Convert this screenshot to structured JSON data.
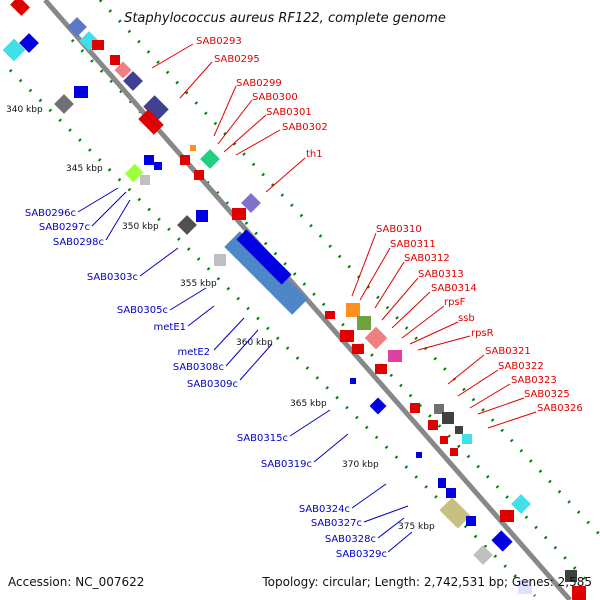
{
  "title": "Staphylococcus aureus RF122, complete genome",
  "footer": {
    "accession": "Accession: NC_007622",
    "summary": "Topology: circular; Length: 2,742,531 bp; Genes: 2,585"
  },
  "kbp_ticks": [
    "340 kbp",
    "345 kbp",
    "350 kbp",
    "355 kbp",
    "360 kbp",
    "365 kbp",
    "370 kbp",
    "375 kbp"
  ],
  "labels_right": [
    "SAB0293",
    "SAB0295",
    "SAB0299",
    "SAB0300",
    "SAB0301",
    "SAB0302",
    "th1",
    "SAB0310",
    "SAB0311",
    "SAB0312",
    "SAB0313",
    "SAB0314",
    "rpsF",
    "ssb",
    "rpsR",
    "SAB0321",
    "SAB0322",
    "SAB0323",
    "SAB0325",
    "SAB0326"
  ],
  "labels_left": [
    "SAB0296c",
    "SAB0297c",
    "SAB0298c",
    "SAB0303c",
    "SAB0305c",
    "metE1",
    "metE2",
    "SAB0308c",
    "SAB0309c",
    "SAB0315c",
    "SAB0319c",
    "SAB0324c",
    "SAB0327c",
    "SAB0328c",
    "SAB0329c"
  ],
  "colors": {
    "forward_label": "#e00000",
    "reverse_label": "#0000c8",
    "backbone": "#888888",
    "tick": "#008000"
  }
}
